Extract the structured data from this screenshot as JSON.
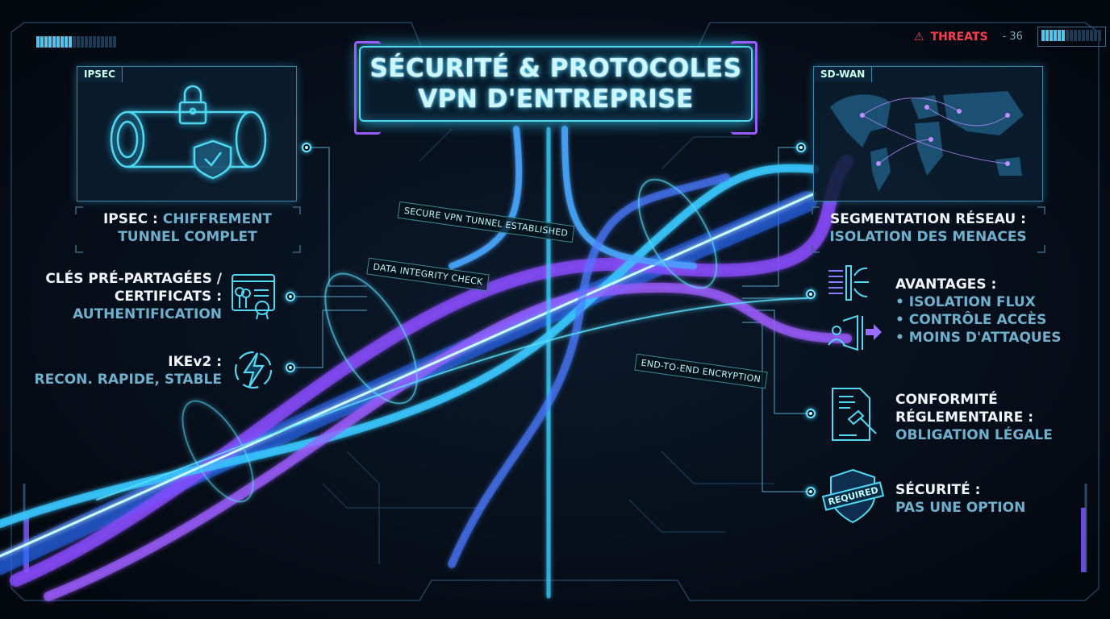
{
  "title": {
    "line1": "SÉCURITÉ & PROTOCOLES",
    "line2": "VPN D'ENTREPRISE"
  },
  "hud": {
    "threats_label": "THREATS",
    "threats_value": "- 36",
    "threat_level": 0.4,
    "top_left_progress": 0.45
  },
  "left": {
    "panel_label": "IPSEC",
    "ipsec": {
      "head": "IPSEC :",
      "body1": "CHIFFREMENT",
      "body2": "TUNNEL COMPLET"
    },
    "keys": {
      "head1": "CLÉS PRÉ-PARTAGÉES /",
      "head2": "CERTIFICATS :",
      "body": "AUTHENTIFICATION"
    },
    "ikev2": {
      "head": "IKEv2 :",
      "body": "RECON. RAPIDE, STABLE"
    }
  },
  "tunnel_labels": {
    "secure": "SECURE VPN TUNNEL ESTABLISHED",
    "integrity": "DATA INTEGRITY CHECK",
    "encryption": "END-TO-END ENCRYPTION"
  },
  "right": {
    "panel_label": "SD-WAN",
    "segmentation": {
      "head": "SEGMENTATION RÉSEAU :",
      "body": "ISOLATION DES MENACES"
    },
    "advantages": {
      "head": "AVANTAGES :",
      "items": [
        "• ISOLATION FLUX",
        "• CONTRÔLE ACCÈS",
        "• MOINS D'ATTAQUES"
      ]
    },
    "compliance": {
      "head1": "CONFORMITÉ",
      "head2": "RÉGLEMENTAIRE :",
      "body": "OBLIGATION LÉGALE"
    },
    "security": {
      "head": "SÉCURITÉ :",
      "body": "PAS UNE OPTION",
      "badge": "REQUIRED"
    }
  },
  "colors": {
    "cyan": "#4fd8f0",
    "purple": "#9a5cff",
    "threat": "#ff3b4e",
    "text_blue": "#6fb0cc"
  }
}
